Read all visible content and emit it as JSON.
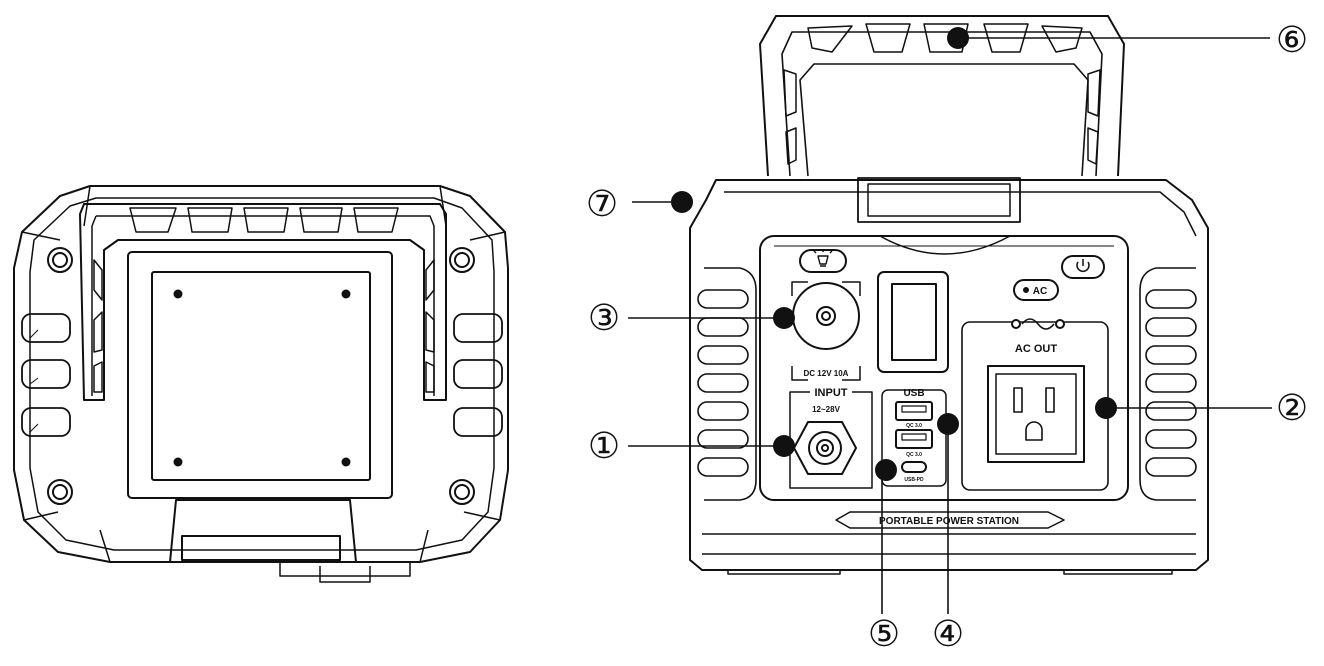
{
  "device": {
    "front_labels": {
      "dc_rating": "DC 12V 10A",
      "input_title": "INPUT",
      "input_range": "12~28V",
      "usb_title": "USB",
      "qc_top": "QC 3.0",
      "qc_mid": "QC 3.0",
      "usb_pd": "USB-PD",
      "ac_button": "AC",
      "ac_out": "AC OUT",
      "nameplate": "PORTABLE POWER STATION"
    }
  },
  "callouts": {
    "c1": "①",
    "c2": "②",
    "c3": "③",
    "c4": "④",
    "c5": "⑤",
    "c6": "⑥",
    "c7": "⑦"
  },
  "colors": {
    "stroke": "#111111",
    "fill": "#ffffff",
    "dot": "#111111"
  }
}
